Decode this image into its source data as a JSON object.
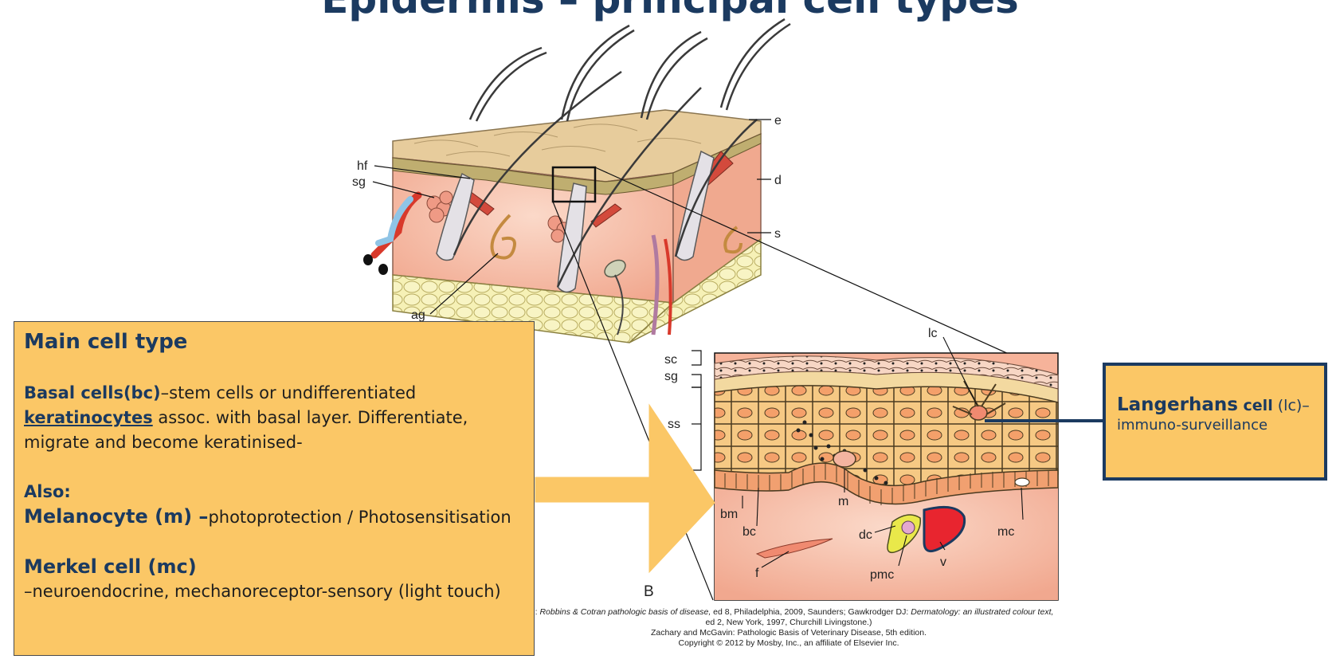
{
  "title": "Epidermis – principal cell types",
  "diagram_labels": {
    "e": "e",
    "d": "d",
    "s": "s",
    "hf": "hf",
    "sg": "sg",
    "ag": "ag",
    "lc": "lc",
    "sc": "sc",
    "sg2": "sg",
    "ss": "ss",
    "bm": "bm",
    "bc": "bc",
    "m": "m",
    "dc": "dc",
    "pmc": "pmc",
    "v": "v",
    "mc": "mc",
    "f": "f",
    "B": "B"
  },
  "credits": {
    "line1_prefix": "t al: ",
    "line1_italic": "Robbins & Cotran pathologic basis of disease,",
    "line1_mid": " ed 8, Philadelphia, 2009, Saunders; Gawkrodger DJ: ",
    "line1_italic2": "Dermatology: an illustrated colour text,",
    "line2": "ed 2, New York, 1997, Churchill Livingstone.)",
    "line3": "Zachary and McGavin: Pathologic Basis of Veterinary Disease, 5th edition.",
    "line4": "Copyright © 2012 by Mosby, Inc., an affiliate of Elsevier Inc."
  },
  "main_box": {
    "heading": "Main cell type",
    "basal_label": "Basal cells(bc)",
    "basal_text1": "–stem cells or undifferentiated   ",
    "basal_keyword": "keratinocytes",
    "basal_text2": "assoc. with basal layer. Differentiate, migrate and become keratinised-",
    "also": "Also:",
    "melanocyte_label": "Melanocyte (m) –",
    "melanocyte_text": "photoprotection / Photosensitisation",
    "merkel_label": "Merkel cell (mc)",
    "merkel_text": "–neuroendocrine,  mechanoreceptor-sensory  (light touch)"
  },
  "langerhans_box": {
    "label_bold": "Langerhans",
    "label_small": " cell",
    "label_abbr": " (lc)–",
    "description": "immuno-surveillance"
  },
  "colors": {
    "box_fill": "#fbc766",
    "title_color": "#1b3a60",
    "skin_top": "#e9cfa0",
    "dermis": "#f4b8a0",
    "fat": "#f6f0b0"
  }
}
